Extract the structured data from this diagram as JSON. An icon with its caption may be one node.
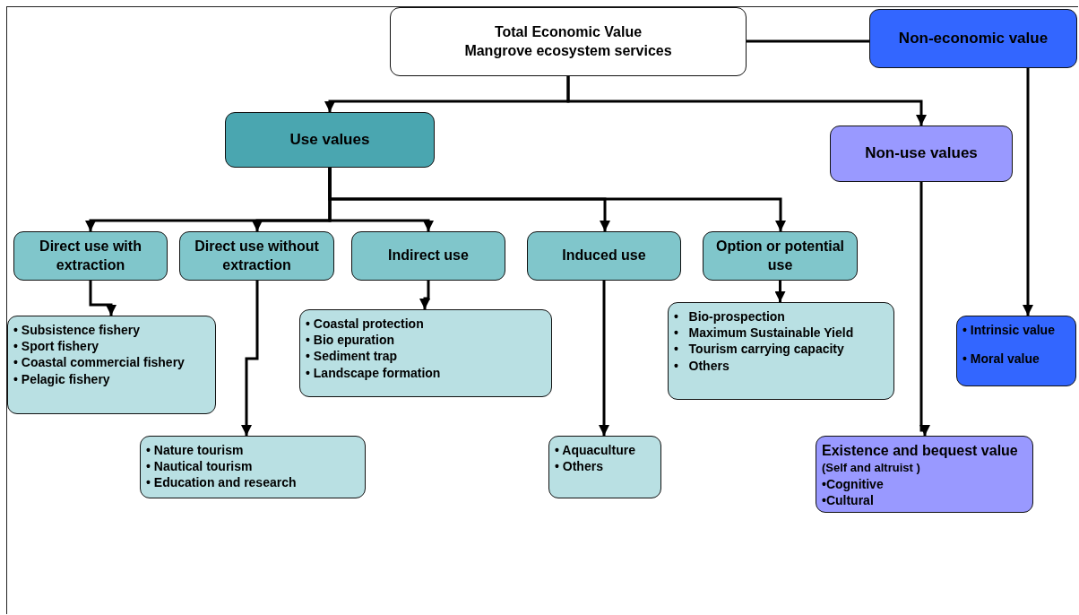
{
  "diagram": {
    "nodes": [
      {
        "text": [
          "Total Economic Value",
          "Mangrove ecosystem services"
        ]
      },
      {
        "text": [
          "Non-economic value"
        ]
      },
      {
        "text": [
          "Use values"
        ]
      },
      {
        "text": [
          "Non-use values"
        ]
      },
      {
        "text": [
          "Direct use with extraction"
        ]
      },
      {
        "text": [
          "Direct use without extraction"
        ]
      },
      {
        "text": [
          "Indirect use"
        ]
      },
      {
        "text": [
          "Induced use"
        ]
      },
      {
        "text": [
          "Option or potential use"
        ]
      },
      {
        "text": [
          "• Subsistence fishery",
          "• Sport fishery",
          "• Coastal commercial fishery",
          "• Pelagic fishery"
        ]
      },
      {
        "text": [
          "• Nature tourism",
          "• Nautical tourism",
          "• Education and research"
        ]
      },
      {
        "text": [
          "• Coastal protection",
          "• Bio epuration",
          "• Sediment trap",
          "• Landscape formation"
        ]
      },
      {
        "text": [
          "• Aquaculture",
          "• Others"
        ]
      },
      {
        "text": [
          "•   Bio-prospection",
          "•   Maximum Sustainable Yield",
          "•   Tourism carrying capacity",
          "•   Others"
        ]
      },
      {
        "text": [
          "Existence and bequest value",
          "(Self and altruist )",
          "•Cognitive",
          "•Cultural"
        ]
      },
      {
        "text": [
          "• Intrinsic value",
          "• Moral value"
        ]
      }
    ],
    "edges": [
      {
        "from": 0,
        "to": 1,
        "arrow": "none"
      },
      {
        "from": 0,
        "to": 2,
        "arrow": "to"
      },
      {
        "from": 0,
        "to": 3,
        "arrow": "to"
      },
      {
        "from": 2,
        "to": 4,
        "arrow": "to"
      },
      {
        "from": 2,
        "to": 5,
        "arrow": "to"
      },
      {
        "from": 2,
        "to": 6,
        "arrow": "to"
      },
      {
        "from": 2,
        "to": 7,
        "arrow": "to"
      },
      {
        "from": 2,
        "to": 8,
        "arrow": "to"
      },
      {
        "from": 4,
        "to": 9,
        "arrow": "to"
      },
      {
        "from": 5,
        "to": 10,
        "arrow": "to"
      },
      {
        "from": 6,
        "to": 11,
        "arrow": "to"
      },
      {
        "from": 7,
        "to": 12,
        "arrow": "to"
      },
      {
        "from": 8,
        "to": 13,
        "arrow": "to"
      },
      {
        "from": 3,
        "to": 14,
        "arrow": "to"
      },
      {
        "from": 1,
        "to": 15,
        "arrow": "to"
      }
    ]
  }
}
